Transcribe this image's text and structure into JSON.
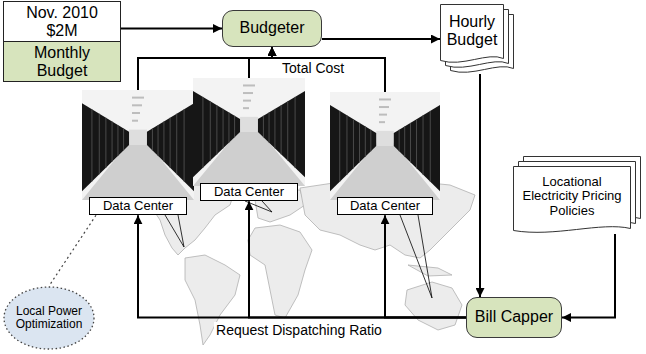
{
  "diagram": {
    "nodes": [
      {
        "text": [
          "Nov. 2010 $2M",
          "Monthly Budget"
        ]
      },
      {
        "text": [
          "Budgeter"
        ]
      },
      {
        "text": [
          "Hourly Budget"
        ]
      },
      {
        "text": [
          "Data Center"
        ]
      },
      {
        "text": [
          "Data Center"
        ]
      },
      {
        "text": [
          "Data Center"
        ]
      },
      {
        "text": [
          "Locational Electricity Pricing Policies"
        ]
      },
      {
        "text": [
          "Bill Capper"
        ]
      },
      {
        "text": [
          "Local Power Optimization"
        ]
      }
    ],
    "edges": [
      {
        "from": 0,
        "to": 1,
        "arrow": "to"
      },
      {
        "from": 1,
        "to": 2,
        "arrow": "to"
      },
      {
        "from": 3,
        "to": 1,
        "arrow": "to"
      },
      {
        "from": 4,
        "to": 1,
        "arrow": "to",
        "label": "Total Cost"
      },
      {
        "from": 5,
        "to": 1,
        "arrow": "to"
      },
      {
        "from": 2,
        "to": 7,
        "arrow": "to"
      },
      {
        "from": 6,
        "to": 7,
        "arrow": "to"
      },
      {
        "from": 7,
        "to": 3,
        "arrow": "to"
      },
      {
        "from": 7,
        "to": 4,
        "arrow": "to",
        "label": "Request Dispatching Ratio"
      },
      {
        "from": 7,
        "to": 5,
        "arrow": "to"
      },
      {
        "from": 3,
        "to": 8,
        "arrow": "none"
      }
    ]
  }
}
